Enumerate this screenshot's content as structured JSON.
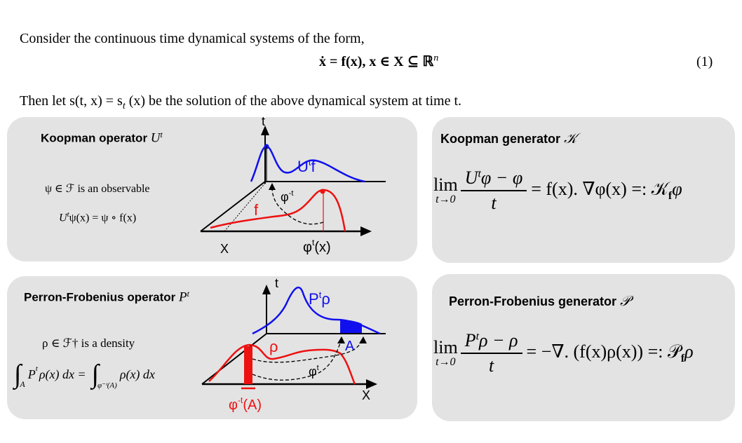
{
  "intro": {
    "line1": "Consider the continuous time dynamical systems of the form,",
    "equation": "ẋ = f(x),   x ∈ X ⊆ ℝ",
    "equation_sup": "n",
    "eq_number": "(1)",
    "line3": "Then let s(t, x) = s",
    "line3_sub": "t",
    "line3_rest": " (x) be the solution of the above dynamical system at time t."
  },
  "koopman_panel": {
    "title": "Koopman operator ",
    "title_symbol": "U",
    "title_sup": "t",
    "line1": "ψ ∈ ℱ is an observable",
    "line2": "U",
    "line2_sup": "t",
    "line2_rest": "ψ(x) = ψ ∘ f(x)",
    "diagram": {
      "axis_t": "t",
      "axis_x": "X",
      "label_Utf": "U",
      "label_Utf_sup": "t",
      "label_Utf_rest": "f",
      "label_f": "f",
      "label_phi_minus_t": "φ",
      "label_phi_minus_t_sup": "-t",
      "label_phi_t_x": "φ",
      "label_phi_t_x_sup": "t",
      "label_phi_t_x_rest": "(x)"
    }
  },
  "perron_panel": {
    "title": "Perron-Frobenius operator ",
    "title_symbol": "P",
    "title_sup": "t",
    "line1": "ρ ∈ ℱ† is a density",
    "integral_lhs": "∫",
    "integral_lhs_sub": "A",
    "integral_lhs_body": "P",
    "integral_lhs_sup": "t",
    "integral_lhs_rest": "ρ(x) dx =",
    "integral_rhs": "∫",
    "integral_rhs_sub": "φ⁻ᵗ(A)",
    "integral_rhs_body": "ρ(x) dx",
    "diagram": {
      "axis_t": "t",
      "axis_x": "X",
      "label_Ptrho": "P",
      "label_Ptrho_sup": "t",
      "label_Ptrho_rest": "ρ",
      "label_rho": "ρ",
      "label_A": "A",
      "label_phi_t": "φ",
      "label_phi_t_sup": "t",
      "label_phi_minus_t_A": "φ",
      "label_phi_minus_t_A_sup": "-t",
      "label_phi_minus_t_A_rest": "(A)"
    }
  },
  "koopman_generator": {
    "title": "Koopman generator ",
    "title_symbol": "𝒦",
    "lim": "lim",
    "lim_sub": "t→0",
    "num": "U",
    "num_sup": "t",
    "num_rest": "φ − φ",
    "den": "t",
    "rhs": "= f(x). ∇φ(x) =: 𝒦",
    "rhs_sub": "f",
    "rhs_end": "φ"
  },
  "perron_generator": {
    "title": "Perron-Frobenius generator ",
    "title_symbol": "𝒫",
    "lim": "lim",
    "lim_sub": "t→0",
    "num": "P",
    "num_sup": "t",
    "num_rest": "ρ − ρ",
    "den": "t",
    "rhs": "= −∇. (f(x)ρ(x)) =: 𝒫",
    "rhs_sub": "f",
    "rhs_end": "ρ"
  },
  "colors": {
    "panel_bg": "#e3e3e3",
    "blue": "#1010ee",
    "red": "#ee1111",
    "black": "#000000"
  }
}
